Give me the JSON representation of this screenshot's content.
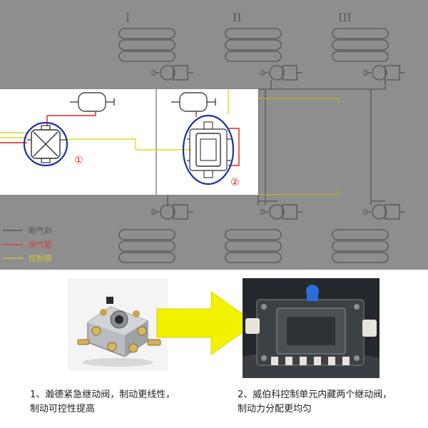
{
  "axle_labels": [
    "I",
    "II",
    "III"
  ],
  "legend": [
    {
      "label": "断气刹",
      "color": "#5a5a5a"
    },
    {
      "label": "供气管",
      "color": "#d24040"
    },
    {
      "label": "控制管",
      "color": "#d4c23c"
    }
  ],
  "callouts": {
    "one": "①",
    "two": "②"
  },
  "captions": {
    "left_line1": "1、瀚德紧急继动阀，制动更线性，",
    "left_line2": "制动可控性提高",
    "right_line1": "2、威伯科控制单元内藏两个继动阀，",
    "right_line2": "制动力分配更均匀"
  },
  "colors": {
    "overlay_grey": "#8e8e8e",
    "supply_red": "#e02020",
    "control_yellow": "#e6d820",
    "highlight_blue": "#1f2fa8",
    "arrow_yellow": "#f2f200"
  }
}
